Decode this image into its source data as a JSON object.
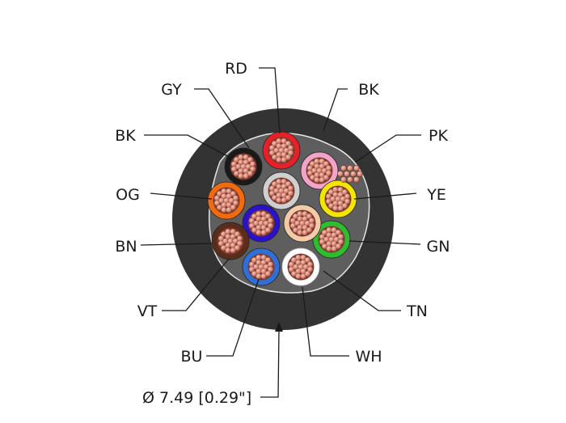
{
  "diagram": {
    "diameter_label": "Ø 7.49 [0.29\"]",
    "jacket_label": "BK",
    "jacket_color": "#333333",
    "conductors": [
      {
        "code": "RD",
        "color": "#e8202a"
      },
      {
        "code": "PK",
        "color": "#f2a3c8"
      },
      {
        "code": "YE",
        "color": "#f2e600"
      },
      {
        "code": "GN",
        "color": "#2ebd2e"
      },
      {
        "code": "TN",
        "color": "#f3cba8"
      },
      {
        "code": "WH",
        "color": "#ffffff"
      },
      {
        "code": "BU",
        "color": "#2f6fd6"
      },
      {
        "code": "VT",
        "color": "#2a12c9"
      },
      {
        "code": "BN",
        "color": "#5a2d1a"
      },
      {
        "code": "OG",
        "color": "#f06a0f"
      },
      {
        "code": "BK",
        "color": "#1a1a1a"
      },
      {
        "code": "GY",
        "color": "#cfcfcf"
      }
    ]
  }
}
